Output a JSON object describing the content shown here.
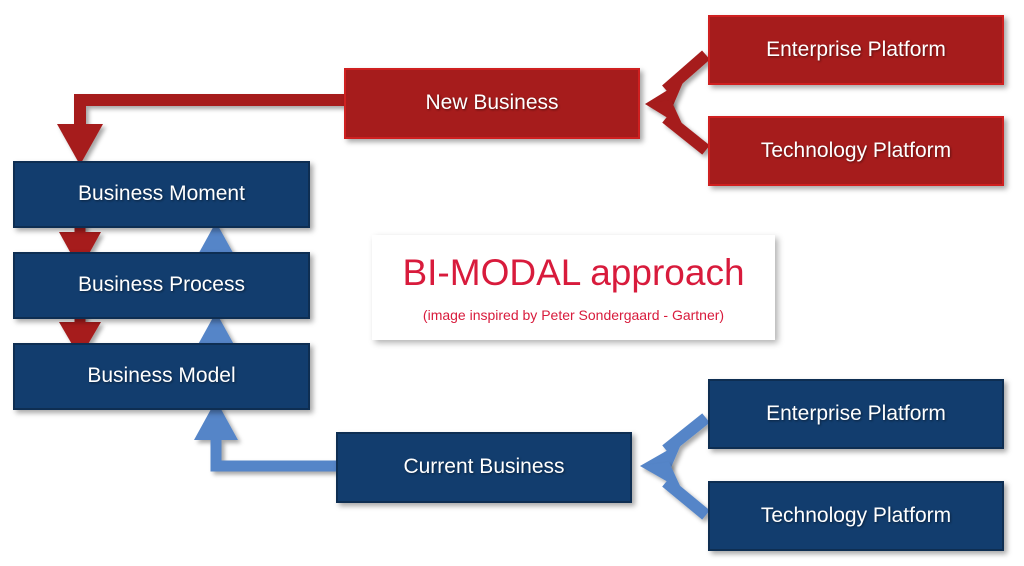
{
  "diagram": {
    "title": "BI-MODAL approach",
    "subtitle": "(image inspired by Peter Sondergaard  - Gartner)",
    "colors": {
      "red_fill": "#A61C1C",
      "red_border": "#CF2020",
      "red_arrow": "#A61C1C",
      "blue_fill": "#123D6E",
      "blue_border": "#0E2E52",
      "blue_arrow": "#5485C8",
      "title_text": "#D81B3C",
      "background": "#FFFFFF"
    },
    "nodes": {
      "new_business": "New Business",
      "current_business": "Current Business",
      "business_moment": "Business Moment",
      "business_process": "Business Process",
      "business_model": "Business Model",
      "enterprise_platform_top": "Enterprise Platform",
      "technology_platform_top": "Technology Platform",
      "enterprise_platform_bottom": "Enterprise Platform",
      "technology_platform_bottom": "Technology Platform"
    },
    "arrows": [
      {
        "name": "enterprise-platform-to-new-business",
        "color": "#A61C1C",
        "style": "diagonal"
      },
      {
        "name": "technology-platform-to-new-business",
        "color": "#A61C1C",
        "style": "diagonal"
      },
      {
        "name": "new-business-to-business-moment",
        "color": "#A61C1C",
        "style": "elbow"
      },
      {
        "name": "business-moment-to-business-process",
        "color": "#A61C1C",
        "style": "down"
      },
      {
        "name": "business-process-to-business-model",
        "color": "#A61C1C",
        "style": "down"
      },
      {
        "name": "business-model-to-business-process",
        "color": "#5485C8",
        "style": "up"
      },
      {
        "name": "business-process-to-business-moment",
        "color": "#5485C8",
        "style": "up"
      },
      {
        "name": "current-business-to-business-model",
        "color": "#5485C8",
        "style": "elbow"
      },
      {
        "name": "enterprise-platform-to-current-business",
        "color": "#5485C8",
        "style": "diagonal"
      },
      {
        "name": "technology-platform-to-current-business",
        "color": "#5485C8",
        "style": "diagonal"
      }
    ]
  }
}
